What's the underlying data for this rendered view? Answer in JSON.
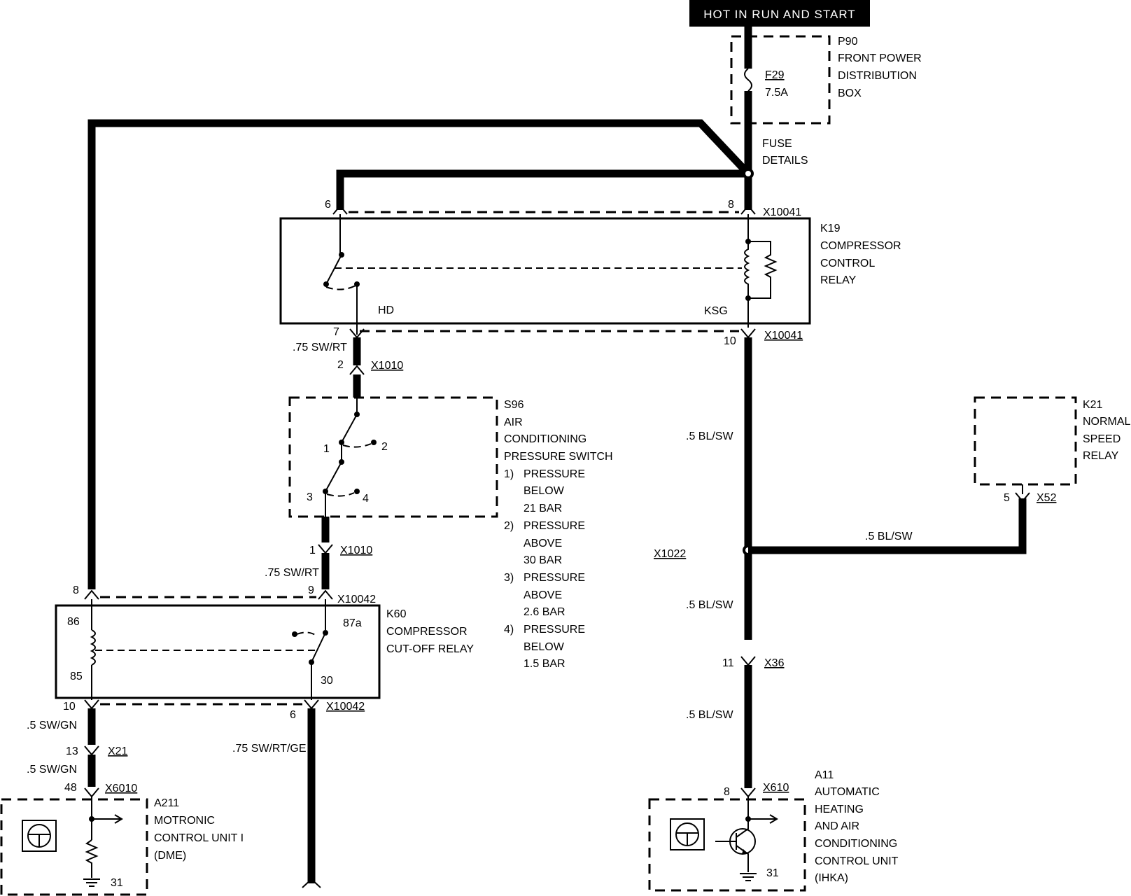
{
  "header": "HOT IN RUN AND START",
  "p90": {
    "id": "P90",
    "lines": [
      "FRONT POWER",
      "DISTRIBUTION",
      "BOX"
    ],
    "fuse": "F29",
    "rating": "7.5A"
  },
  "fuse_details": [
    "FUSE",
    "DETAILS"
  ],
  "k19": {
    "id": "K19",
    "lines": [
      "COMPRESSOR",
      "CONTROL",
      "RELAY"
    ],
    "hd": "HD",
    "ksg": "KSG"
  },
  "s96": {
    "id": "S96",
    "lines": [
      "AIR",
      "CONDITIONING",
      "PRESSURE SWITCH"
    ],
    "notes": [
      {
        "num": "1)",
        "lines": [
          "PRESSURE",
          "BELOW",
          "21 BAR"
        ]
      },
      {
        "num": "2)",
        "lines": [
          "PRESSURE",
          "ABOVE",
          "30 BAR"
        ]
      },
      {
        "num": "3)",
        "lines": [
          "PRESSURE",
          "ABOVE",
          "2.6 BAR"
        ]
      },
      {
        "num": "4)",
        "lines": [
          "PRESSURE",
          "BELOW",
          "1.5 BAR"
        ]
      }
    ],
    "pins": [
      "1",
      "2",
      "3",
      "4"
    ]
  },
  "k21": {
    "id": "K21",
    "lines": [
      "NORMAL",
      "SPEED",
      "RELAY"
    ]
  },
  "k60": {
    "id": "K60",
    "lines": [
      "COMPRESSOR",
      "CUT-OFF RELAY"
    ],
    "pins": [
      "86",
      "85",
      "87a",
      "30"
    ]
  },
  "a211": {
    "id": "A211",
    "lines": [
      "MOTRONIC",
      "CONTROL UNIT I",
      "(DME)"
    ],
    "ground": "31"
  },
  "a11": {
    "id": "A11",
    "lines": [
      "AUTOMATIC",
      "HEATING",
      "AND AIR",
      "CONDITIONING",
      "CONTROL UNIT",
      "(IHKA)"
    ],
    "ground": "31"
  },
  "connectors": {
    "x10041_top": "X10041",
    "x10041_bot": "X10041",
    "x1010_top": "X1010",
    "x1010_bot": "X1010",
    "x10042_top": "X10042",
    "x10042_bot": "X10042",
    "x21": "X21",
    "x6010": "X6010",
    "x52": "X52",
    "x1022": "X1022",
    "x36": "X36",
    "x610": "X610"
  },
  "pins": {
    "k19_6": "6",
    "k19_8": "8",
    "k19_7": "7",
    "k19_10": "10",
    "x1010_2": "2",
    "x1010_1": "1",
    "k60_8": "8",
    "k60_9": "9",
    "k60_10": "10",
    "k60_6": "6",
    "x21_13": "13",
    "x6010_48": "48",
    "x52_5": "5",
    "x36_11": "11",
    "x610_8": "8"
  },
  "wires": {
    "sw_rt_1": ".75 SW/RT",
    "sw_rt_2": ".75 SW/RT",
    "sw_rt_ge": ".75 SW/RT/GE",
    "sw_gn_1": ".5 SW/GN",
    "sw_gn_2": ".5 SW/GN",
    "bl_sw_1": ".5 BL/SW",
    "bl_sw_2": ".5 BL/SW",
    "bl_sw_3": ".5 BL/SW",
    "bl_sw_4": ".5 BL/SW"
  }
}
